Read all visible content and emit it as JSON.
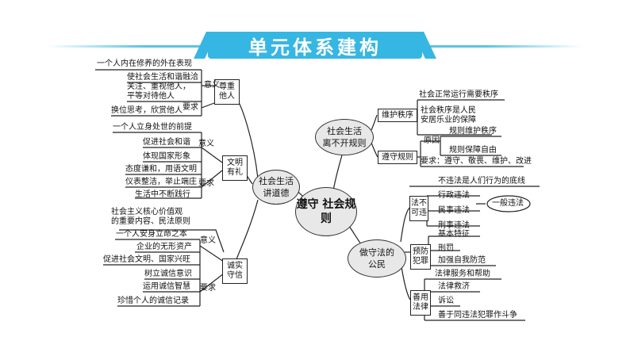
{
  "title": "单元体系建构",
  "center": "遵守\n社会规则",
  "hub_left": "社会生活\n讲道德",
  "hub_top": "社会生活\n离不开规则",
  "hub_right": "做守法的\n公民",
  "left": {
    "respect": {
      "label": "尊重\n他人",
      "meaning_tag": "意义",
      "requirement_tag": "要求",
      "meaning": [
        "一个人内在修养的外在表现",
        "使社会生活和谐融洽"
      ],
      "requirement": [
        "关注、重视他人，\n平等对待他人",
        "换位思考，欣赏他人"
      ]
    },
    "civility": {
      "label": "文明\n有礼",
      "meaning_tag": "意义",
      "requirement_tag": "要求",
      "meaning": [
        "一个人立身处世的前提",
        "促进社会和谐",
        "体现国家形象"
      ],
      "requirement": [
        "态度谦和，用语文明",
        "仪表整洁，举止端庄",
        "生活中不断践行"
      ]
    },
    "honesty": {
      "label": "诚实\n守信",
      "intro": "社会主义核心价值观\n的重要内容、民法原则",
      "meaning_tag": "意义",
      "requirement_tag": "要求",
      "meaning": [
        "一个人安身立命之本",
        "企业的无形资产",
        "促进社会文明、国家兴旺"
      ],
      "requirement": [
        "树立诚信意识",
        "运用诚信智慧",
        "珍惜个人的诚信记录"
      ]
    }
  },
  "rules": {
    "maintain": {
      "label": "维护秩序",
      "items": [
        "社会正常运行需要秩序",
        "社会秩序是人民\n安居乐业的保障"
      ]
    },
    "follow": {
      "label": "遵守规则",
      "reason_tag": "原因",
      "reasons": [
        "规则维护秩序",
        "规则保障自由"
      ],
      "requirement": "要求：遵守、敬畏、维护、改进"
    }
  },
  "law": {
    "dont_break": {
      "label": "法不\n可违",
      "bottom_line": "不违法是人们行为的底线",
      "items": [
        "行政违法",
        "民事违法",
        "刑事违法"
      ],
      "general": "一般违法"
    },
    "prevent": {
      "label": "预防\n犯罪",
      "items": [
        "基本特征",
        "刑罚",
        "加强自我防范"
      ]
    },
    "use": {
      "label": "善用\n法律",
      "items": [
        "法律服务和帮助",
        "法律救济",
        "诉讼",
        "善于同违法犯罪作斗争"
      ]
    }
  }
}
